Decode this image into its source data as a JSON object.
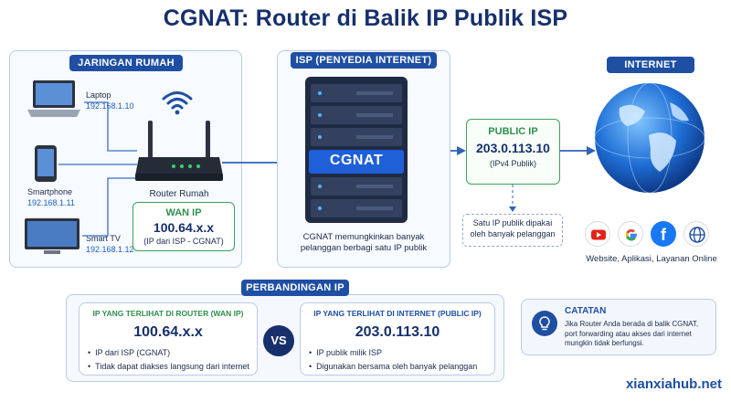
{
  "title": "CGNAT: Router di Balik IP Publik ISP",
  "home": {
    "label": "JARINGAN RUMAH",
    "devices": [
      {
        "name": "Laptop",
        "ip": "192.168.1.10"
      },
      {
        "name": "Smartphone",
        "ip": "192.168.1.11"
      },
      {
        "name": "Smart TV",
        "ip": "192.168.1.12"
      }
    ],
    "router_label": "Router Rumah",
    "wan_title": "WAN IP",
    "wan_ip": "100.64.x.x",
    "wan_note": "(IP dari ISP - CGNAT)"
  },
  "isp": {
    "label": "ISP (PENYEDIA INTERNET)",
    "server_label": "CGNAT",
    "description": "CGNAT memungkinkan banyak pelanggan berbagi satu IP publik"
  },
  "public_ip": {
    "title": "PUBLIC IP",
    "ip": "203.0.113.10",
    "note": "(IPv4 Publik)",
    "shared_note": "Satu IP publik dipakai oleh banyak pelanggan"
  },
  "internet": {
    "label": "INTERNET",
    "caption": "Website, Aplikasi, Layanan Online"
  },
  "comparison": {
    "label": "PERBANDINGAN IP",
    "left_title": "IP YANG TERLIHAT DI ROUTER (WAN IP)",
    "left_ip": "100.64.x.x",
    "left_points": [
      "IP dari ISP (CGNAT)",
      "Tidak dapat diakses langsung dari internet"
    ],
    "vs": "VS",
    "right_title": "IP YANG TERLIHAT DI INTERNET (PUBLIC IP)",
    "right_ip": "203.0.113.10",
    "right_points": [
      "IP publik milik ISP",
      "Digunakan bersama oleh banyak pelanggan"
    ]
  },
  "note": {
    "title": "CATATAN",
    "text": "Jika Router Anda berada di balik CGNAT, port forwarding atau akses dari internet mungkin tidak berfungsi."
  },
  "watermark": "xianxiahub.net",
  "colors": {
    "primary": "#1f4fa3",
    "green": "#3aa35a",
    "panel": "#f7faff"
  }
}
